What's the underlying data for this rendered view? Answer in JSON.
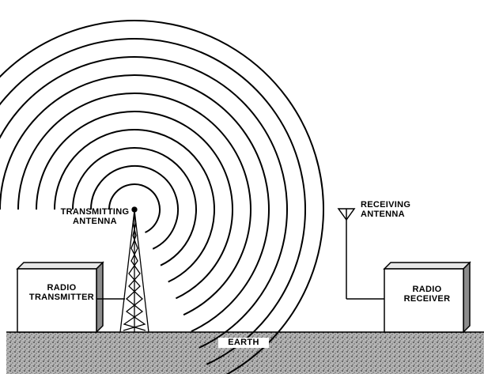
{
  "labels": {
    "transmitting_antenna": [
      "TRANSMITTING",
      "ANTENNA"
    ],
    "receiving_antenna": [
      "RECEIVING",
      "ANTENNA"
    ],
    "radio_transmitter": [
      "RADIO",
      "TRANSMITTER"
    ],
    "radio_receiver": [
      "RADIO",
      "RECEIVER"
    ],
    "earth": "EARTH"
  },
  "colors": {
    "ink": "#000000",
    "ground": "#8a8a8a",
    "background": "#ffffff"
  },
  "icons": [
    "transmitter-tower-icon",
    "receiving-antenna-icon",
    "radio-wave-arcs"
  ]
}
